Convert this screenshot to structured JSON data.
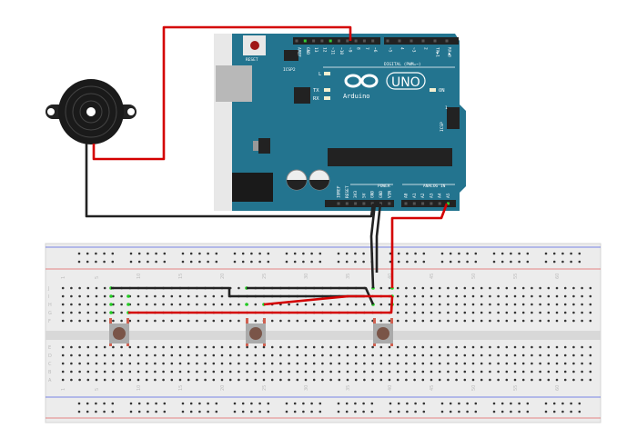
{
  "arduino": {
    "logo": "UNO",
    "brand": "Arduino",
    "reset": "RESET",
    "icsp2": "ICSP2",
    "icsp": "ICSP",
    "icsp_pin1": "1",
    "led_l": "L",
    "led_tx": "TX",
    "led_rx": "RX",
    "on": "ON",
    "digital": "DIGITAL (PWM=~)",
    "power": "POWER",
    "analog": "ANALOG IN",
    "digital_pins": [
      "AREF",
      "GND",
      "13",
      "12",
      "~11",
      "~10",
      "~9",
      "8",
      "7",
      "~6",
      "~5",
      "4",
      "~3",
      "2",
      "TX▶1",
      "RX◀0"
    ],
    "power_pins": [
      "IOREF",
      "RESET",
      "3V3",
      "5V",
      "GND",
      "GND",
      "VIN"
    ],
    "analog_pins": [
      "A0",
      "A1",
      "A2",
      "A3",
      "A4",
      "A5"
    ],
    "board_color": "#23748f"
  },
  "breadboard": {
    "column_labels": [
      "1",
      "5",
      "10",
      "15",
      "20",
      "25",
      "30",
      "35",
      "40",
      "45",
      "50",
      "55",
      "60"
    ],
    "row_labels_top": [
      "J",
      "I",
      "H",
      "G",
      "F"
    ],
    "row_labels_bottom": [
      "E",
      "D",
      "C",
      "B",
      "A"
    ]
  },
  "colors": {
    "wire_red": "#d40000",
    "wire_black": "#222222",
    "rail_red": "#e06060",
    "rail_blue": "#5060e0"
  }
}
